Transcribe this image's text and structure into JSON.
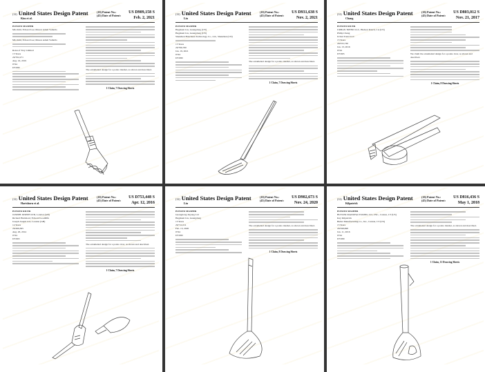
{
  "grid": {
    "columns": 3,
    "rows": 2,
    "separator_color": "#333333"
  },
  "patents": [
    {
      "title": "United States Design Patent",
      "title_code": "(12)",
      "inventor_short": "Kim et al.",
      "patent_no_label": "(10) Patent No.:",
      "patent_no": "US D909,158 S",
      "date_label": "(45) Date of Patent:",
      "date": "Feb. 2, 2021",
      "design_name": "POTATO MASHER",
      "applicant": "Mia Kim; Edward Lee; Mason Adam Vadiello",
      "inventors": "Mia Kim; Edward Lee; Mason Adam Vadiello",
      "assignee": "Roku of Tray Limited",
      "term": "15 Years",
      "appl_no": "29/702,271",
      "filed": "Aug. 16, 2019",
      "loc_class": "0744",
      "us_cl": "D7/680",
      "claim": "The ornamental design for a potato masher, as shown and described.",
      "sheets": "1 Claim, 7 Drawing Sheets",
      "drawing": "potato-masher-spring"
    },
    {
      "title": "United States Design Patent",
      "title_code": "(12)",
      "inventor_short": "Liu",
      "patent_no_label": "(10) Patent No.:",
      "patent_no": "US D931,638 S",
      "date_label": "(45) Date of Patent:",
      "date": "Nov. 2, 2021",
      "design_name": "POTATO MASHER",
      "applicant": "Hegsheni Liu, Guangdong (CN)",
      "inventors": "Hegsheni Liu, Guangdong (CN)",
      "assignee": "Shenzhen Hanchuan Technology Co., Ltd., Shenzhen (CN)",
      "term": "15 Years",
      "appl_no": "29/766,760",
      "filed": "Jan. 19, 2021",
      "loc_class": "0744",
      "us_cl": "D7/680",
      "claim": "The ornamental design for a potato masher, as shown and described.",
      "sheets": "1 Claim, 7 Drawing Sheets",
      "drawing": "long-handle-masher"
    },
    {
      "title": "United States Design Patent",
      "title_code": "(12)",
      "inventor_short": "Chang",
      "patent_no_label": "(10) Patent No.:",
      "patent_no": "US D803,012 S",
      "date_label": "(45) Date of Patent:",
      "date": "Nov. 21, 2017",
      "design_name": "POTATO RICER",
      "applicant": "URBAN TREND LLC, Hudson Ranch, CA (US)",
      "inventors": "Philip Chang",
      "assignee": "Urban Trend LLC",
      "term": "15 Years",
      "appl_no": "29/555,730",
      "filed": "Jan. 13, 2016",
      "loc_class": "0744",
      "us_cl": "D7/665",
      "claim": "We claim the ornamental design for a potato ricer, as shown and described.",
      "sheets": "1 Claim, 8 Drawing Sheets",
      "drawing": "potato-ricer"
    },
    {
      "title": "United States Design Patent",
      "title_code": "(12)",
      "inventor_short": "Hartshorn et al.",
      "patent_no_label": "(10) Patent No.:",
      "patent_no": "US D753,448 S",
      "date_label": "(45) Date of Patent:",
      "date": "Apr. 12, 2016",
      "design_name": "POTATO RICER",
      "applicant": "JOSEPH JOSEPH LTD, London (GB)",
      "inventors": "Richard Hartshorn; Edward Goodliffe",
      "assignee": "Joseph Joseph Ltd., London (GB)",
      "term": "14 Years",
      "appl_no": "29/499,365",
      "filed": "Aug. 26, 2014",
      "loc_class": "0744",
      "us_cl": "D7/665",
      "claim": "The ornamental design for a potato ricer, as shown and described.",
      "sheets": "1 Claim, 7 Drawing Sheets",
      "drawing": "folding-ricer"
    },
    {
      "title": "United States Design Patent",
      "title_code": "(12)",
      "inventor_short": "Liu",
      "patent_no_label": "(10) Patent No.:",
      "patent_no": "US D902,673 S",
      "date_label": "(45) Date of Patent:",
      "date": "Nov. 24, 2020",
      "design_name": "POTATO MASHER",
      "applicant": "Guangdong Jieyang Ltd",
      "inventors": "Hegsheni Liu, Guangdong",
      "assignee": "",
      "term": "15 Years",
      "appl_no": "29/711,011",
      "filed": "Feb. 13, 2020",
      "loc_class": "0744",
      "us_cl": "D7/680",
      "claim": "The ornamental design for a potato masher, as shown and described.",
      "sheets": "1 Claim, 8 Drawing Sheets",
      "drawing": "slotted-masher"
    },
    {
      "title": "United States Design Patent",
      "title_code": "(12)",
      "inventor_short": "Kilpatrick",
      "patent_no_label": "(10) Patent No.:",
      "patent_no": "US D816,436 S",
      "date_label": "(45) Date of Patent:",
      "date": "May 1, 2018",
      "design_name": "POTATO MASHER",
      "applicant": "BUTLER MANUFACTURING CO., INC., Canton, CT (US)",
      "inventors": "Kay Kilpatrick",
      "assignee": "Butler Manufacturing Co., Inc., Canton, CT (US)",
      "term": "15 Years",
      "appl_no": "29/598,698",
      "filed": "Jan. 11, 2016",
      "loc_class": "0744",
      "us_cl": "D7/680",
      "claim": "The ornamental design for a potato masher, as shown and described.",
      "sheets": "1 Claim, 11 Drawing Sheets",
      "drawing": "mesh-masher"
    }
  ]
}
